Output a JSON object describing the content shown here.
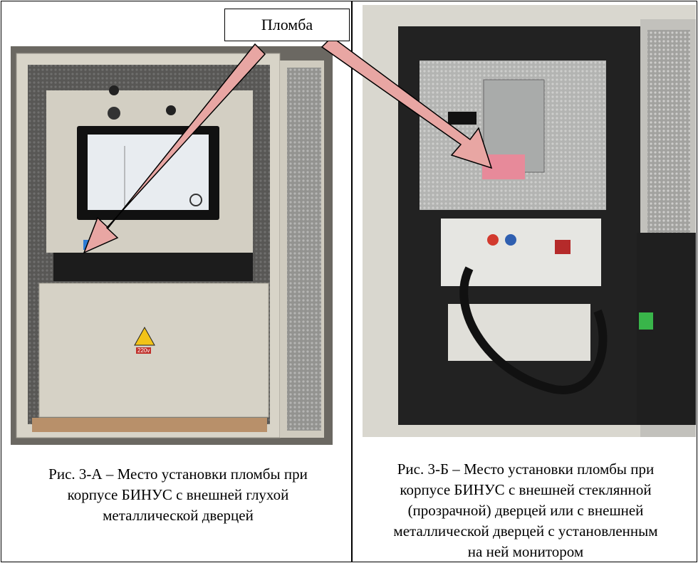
{
  "label": "Пломба",
  "figures": [
    {
      "id": "3-A",
      "caption_lines": [
        "Рис. 3-А – Место установки пломбы при",
        "корпусе БИНУС с внешней глухой",
        "металлической дверцей"
      ],
      "photo_sign": "220v"
    },
    {
      "id": "3-Б",
      "caption_lines": [
        "Рис. 3-Б – Место установки пломбы при",
        "корпусе БИНУС с внешней стеклянной",
        "(прозрачной) дверцей или с внешней",
        "металлической дверцей с установленным",
        "на ней монитором"
      ]
    }
  ],
  "colors": {
    "arrow_fill": "#e8a6a3",
    "arrow_stroke": "#000000",
    "cabinet": "#cfcbbf"
  }
}
